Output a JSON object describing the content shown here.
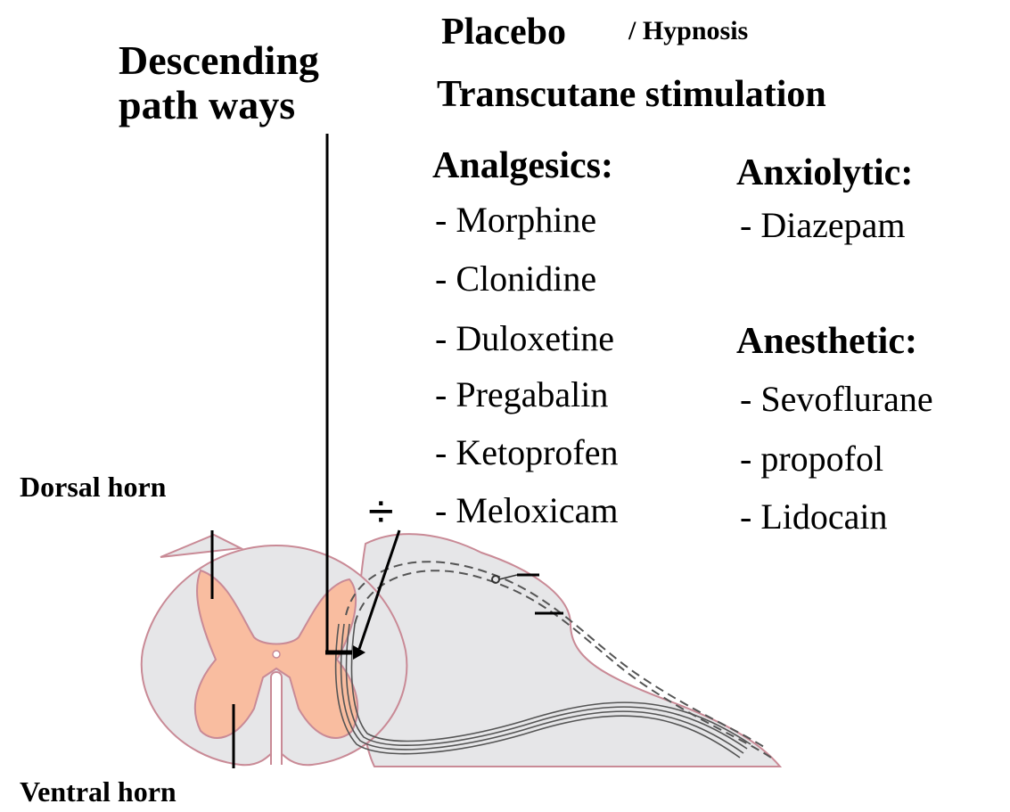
{
  "labels": {
    "descending_line1": "Descending",
    "descending_line2": "path ways",
    "placebo": "Placebo",
    "hypnosis": "/ Hypnosis",
    "transcutane": "Transcutane stimulation",
    "analgesics_heading": "Analgesics:",
    "anxiolytic_heading": "Anxiolytic:",
    "anesthetic_heading": "Anesthetic:",
    "dorsal_horn": "Dorsal horn",
    "ventral_horn": "Ventral horn",
    "inhibit_symbol": "÷"
  },
  "analgesics": [
    "- Morphine",
    "- Clonidine",
    "- Duloxetine",
    "- Pregabalin",
    "- Ketoprofen",
    "- Meloxicam"
  ],
  "anxiolytics": [
    "- Diazepam"
  ],
  "anesthetics": [
    "- Sevoflurane",
    "- propofol",
    "- Lidocain"
  ],
  "colors": {
    "gray_matter_fill": "#f9bda0",
    "white_matter_fill": "#e6e6e8",
    "outline": "#c98a96",
    "nerve_lines": "#555555"
  }
}
